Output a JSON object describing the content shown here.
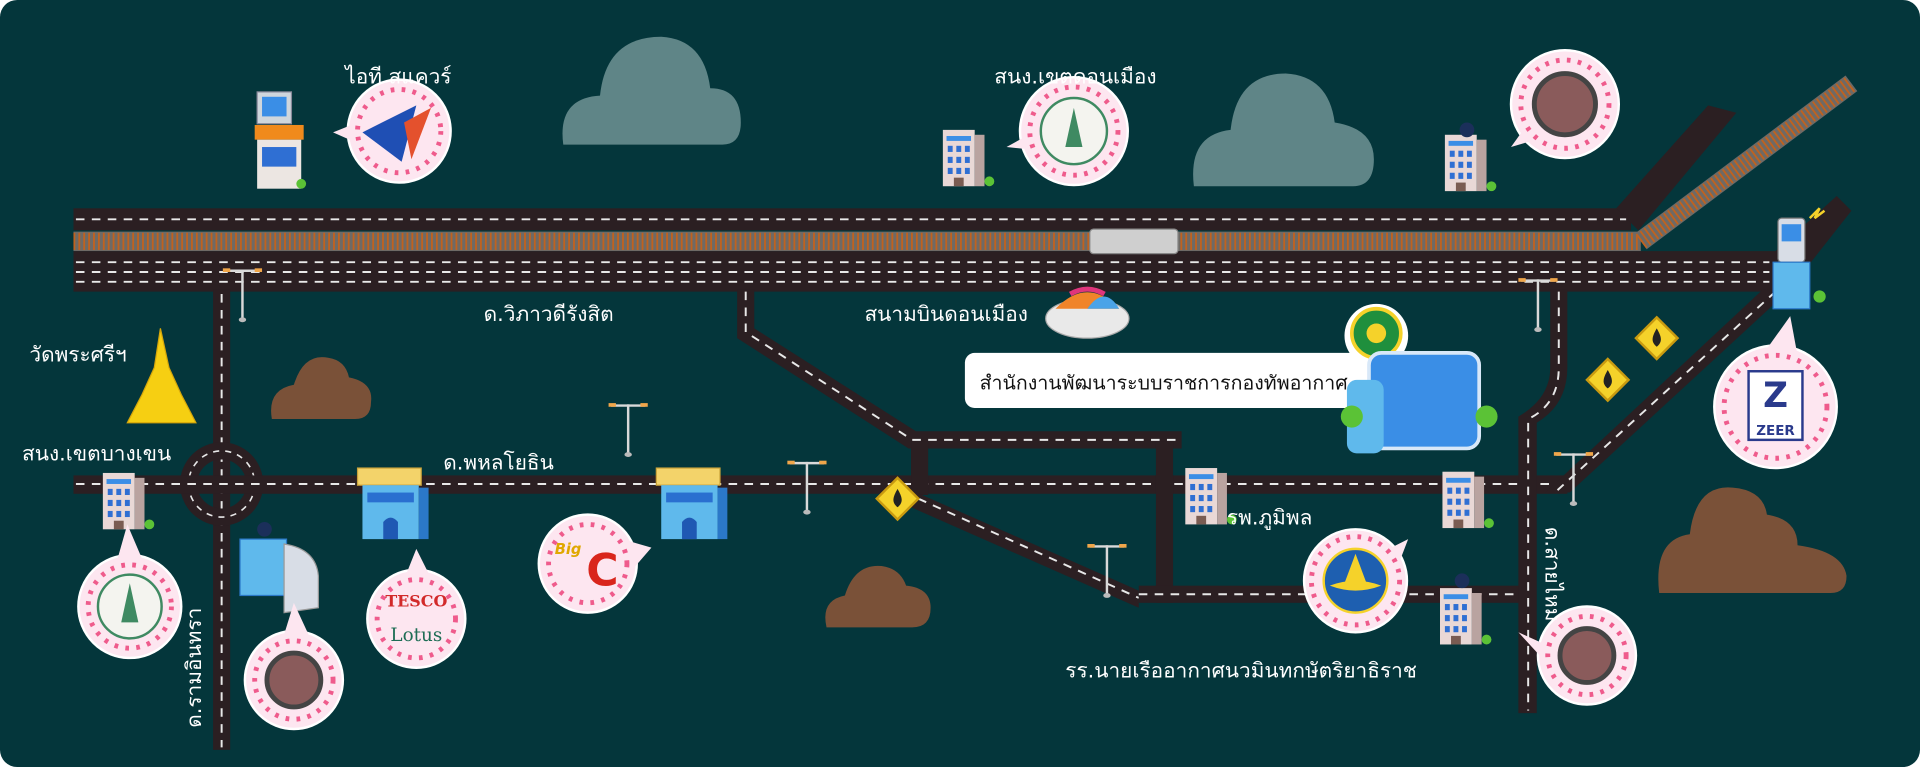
{
  "map": {
    "background_color": "#04363b",
    "places": {
      "it_square": "ไอที สแควร์",
      "don_mueang_district_office": "สนง.เขตดอนเมือง",
      "wat_phra_si": "วัดพระศรีฯ",
      "bang_khen_district_office": "สนง.เขตบางเขน",
      "don_mueang_airport": "สนามบินดอนเมือง",
      "rtaf_office": "สำนักงานพัฒนาระบบราชการกองทัพอากาศ",
      "bhumibol_hospital": "รพ.ภูมิพล",
      "navaminda_academy": "รร.นายเรืออากาศนวมินทกษัตริยาธิราช"
    },
    "roads": {
      "vibhavadi": "ด.วิภาวดีรังสิต",
      "phahonyothin": "ด.พหลโยธิน",
      "ram_inthra": "ด.รามอินทรา",
      "sai_mai": "ด.สายไหม"
    },
    "logos": {
      "tesco_top": "TESCO",
      "tesco_bottom": "Lotus",
      "big_c_small": "Big",
      "big_c_large": "C",
      "zeer_letter": "Z",
      "zeer_name": "ZEER"
    },
    "colors": {
      "cloud_gray": "#5f8587",
      "cloud_brown": "#7a5138",
      "bubble_pink": "#fde6f0",
      "bubble_ring": "#ef5b8c",
      "road": "#2b1f22",
      "rail": "#c0621f"
    }
  }
}
